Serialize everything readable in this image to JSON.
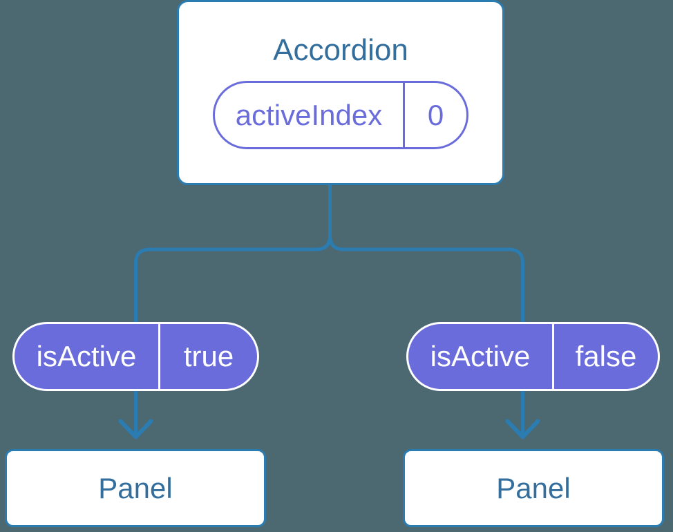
{
  "palette": {
    "bg": "#4c6871",
    "line_blue": "#2b7cb0",
    "heading_blue": "#336e9d",
    "purple": "#6a6cdb",
    "card_bg": "#ffffff",
    "pill_text": "#ffffff"
  },
  "tree": {
    "root": {
      "label": "Accordion",
      "state": {
        "name": "activeIndex",
        "value": "0"
      }
    },
    "branches": [
      {
        "prop": {
          "name": "isActive",
          "value": "true"
        },
        "child": {
          "label": "Panel"
        }
      },
      {
        "prop": {
          "name": "isActive",
          "value": "false"
        },
        "child": {
          "label": "Panel"
        }
      }
    ]
  }
}
